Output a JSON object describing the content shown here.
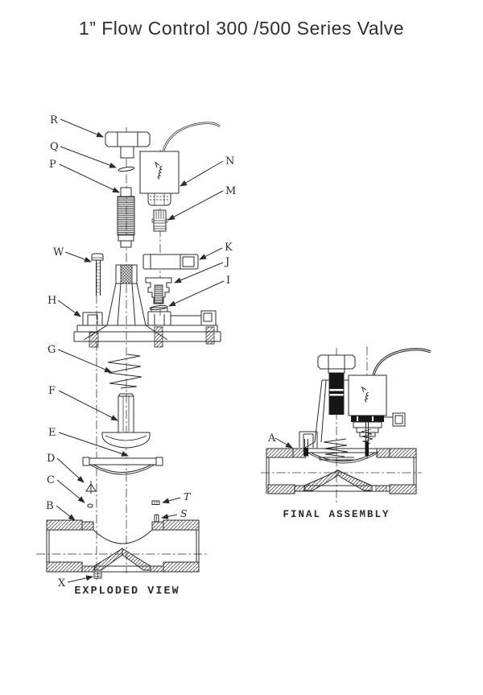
{
  "title": "1” Flow Control 300 /500 Series Valve",
  "exploded": {
    "caption": "EXPLODED VIEW",
    "labels": {
      "R": "R",
      "Q": "Q",
      "P": "P",
      "N": "N",
      "M": "M",
      "K": "K",
      "J": "J",
      "I": "I",
      "W": "W",
      "H": "H",
      "G": "G",
      "F": "F",
      "E": "E",
      "D": "D",
      "C": "C",
      "B": "B",
      "X": "X",
      "T": "T",
      "S": "S"
    }
  },
  "final": {
    "caption": "FINAL ASSEMBLY",
    "labels": {
      "A": "A"
    }
  },
  "colors": {
    "ink": "#2b2b2b",
    "paper": "#ffffff",
    "dark_fill": "#161616"
  }
}
